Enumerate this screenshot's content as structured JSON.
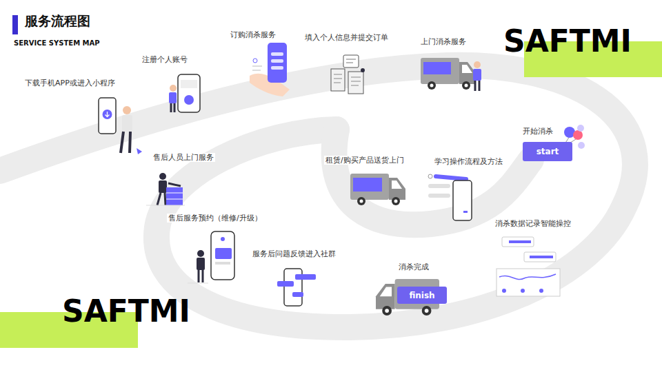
{
  "diagram": {
    "title": "服务流程图",
    "nodes": [
      {
        "text": [
          "start"
        ]
      },
      {
        "text": [
          "finish"
        ]
      }
    ],
    "labels": [
      "SERVICE SYSTEM MAP",
      "SAFTMI",
      "SAFTMI",
      "下载手机APP或进入小程序",
      "注册个人账号",
      "订购消杀服务",
      "填入个人信息并提交订单",
      "上门消杀服务",
      "开始消杀",
      "学习操作流程及方法",
      "租赁/购买产品送货上门",
      "消杀数据记录智能操控",
      "消杀完成",
      "服务后问题反馈进入社群",
      "售后服务预约（维修/升级）",
      "售后人员上门服务"
    ]
  }
}
